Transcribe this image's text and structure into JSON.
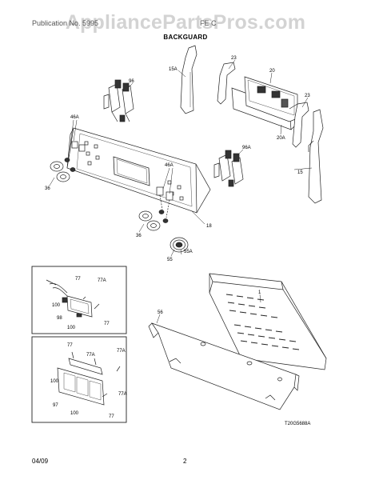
{
  "watermark": "AppliancePartsPros.com",
  "header": {
    "left": "Publication No. 5995",
    "middle": "FE  C"
  },
  "section_title": "BACKGUARD",
  "diagram_code": "T20G5688A",
  "footer": {
    "date": "04/09",
    "page_number": "2"
  },
  "callouts": {
    "c15A": "15A",
    "c23a": "23",
    "c20": "20",
    "c23b": "23",
    "c20A": "20A",
    "c96": "96",
    "c96A": "96A",
    "c15": "15",
    "c46Aa": "46A",
    "c46Ab": "46A",
    "c36a": "36",
    "c36b": "36",
    "c18": "18",
    "c55A": "55A",
    "c55": "55",
    "c1": "1",
    "c56": "56",
    "i1_77a": "77",
    "i1_77A": "77A",
    "i1_100a": "100",
    "i1_98": "98",
    "i1_100b": "100",
    "i1_77b": "77",
    "i2_77a": "77",
    "i2_77Aa": "77A",
    "i2_77Ab": "77A",
    "i2_100a": "100",
    "i2_77Ac": "77A",
    "i2_97": "97",
    "i2_100b": "100",
    "i2_77b": "77"
  }
}
